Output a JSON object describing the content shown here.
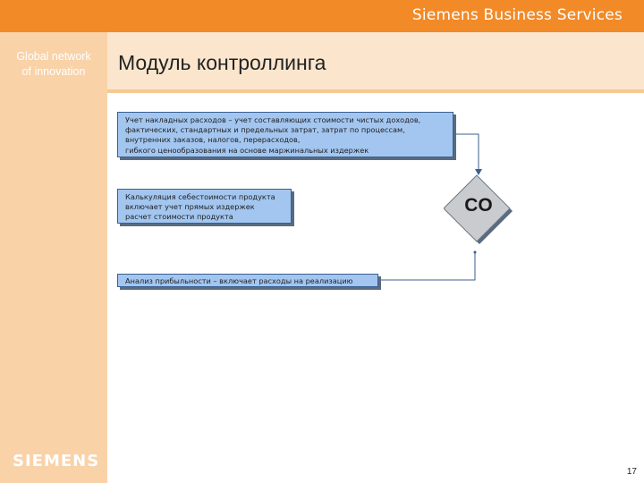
{
  "header": {
    "brand": "Siemens Business Services"
  },
  "sidebar": {
    "tagline_line1": "Global network",
    "tagline_line2": "of innovation",
    "logo": "SIEMENS"
  },
  "slide": {
    "title": "Модуль контроллинга",
    "box1": {
      "line1": "Учет накладных расходов – учет составляющих стоимости чистых доходов,",
      "line2": "фактических, стандартных и предельных затрат, затрат по процессам,",
      "line3": "внутренних заказов, налогов, перерасходов,",
      "line4": "гибкого ценообразования на основе маржинальных издержек"
    },
    "box2": {
      "line1": "Калькуляция себестоимости продукта",
      "line2": "включает учет прямых издержек",
      "line3": "расчет стоимости продукта"
    },
    "box3": {
      "line1": "Анализ прибыльности – включает расходы на реализацию"
    },
    "module_label": "CO",
    "page_number": "17"
  },
  "colors": {
    "header_orange": "#f28a28",
    "sidebar_peach": "#f9d2a8",
    "box_blue": "#a3c6f0",
    "diamond_gray": "#c9cccf"
  }
}
